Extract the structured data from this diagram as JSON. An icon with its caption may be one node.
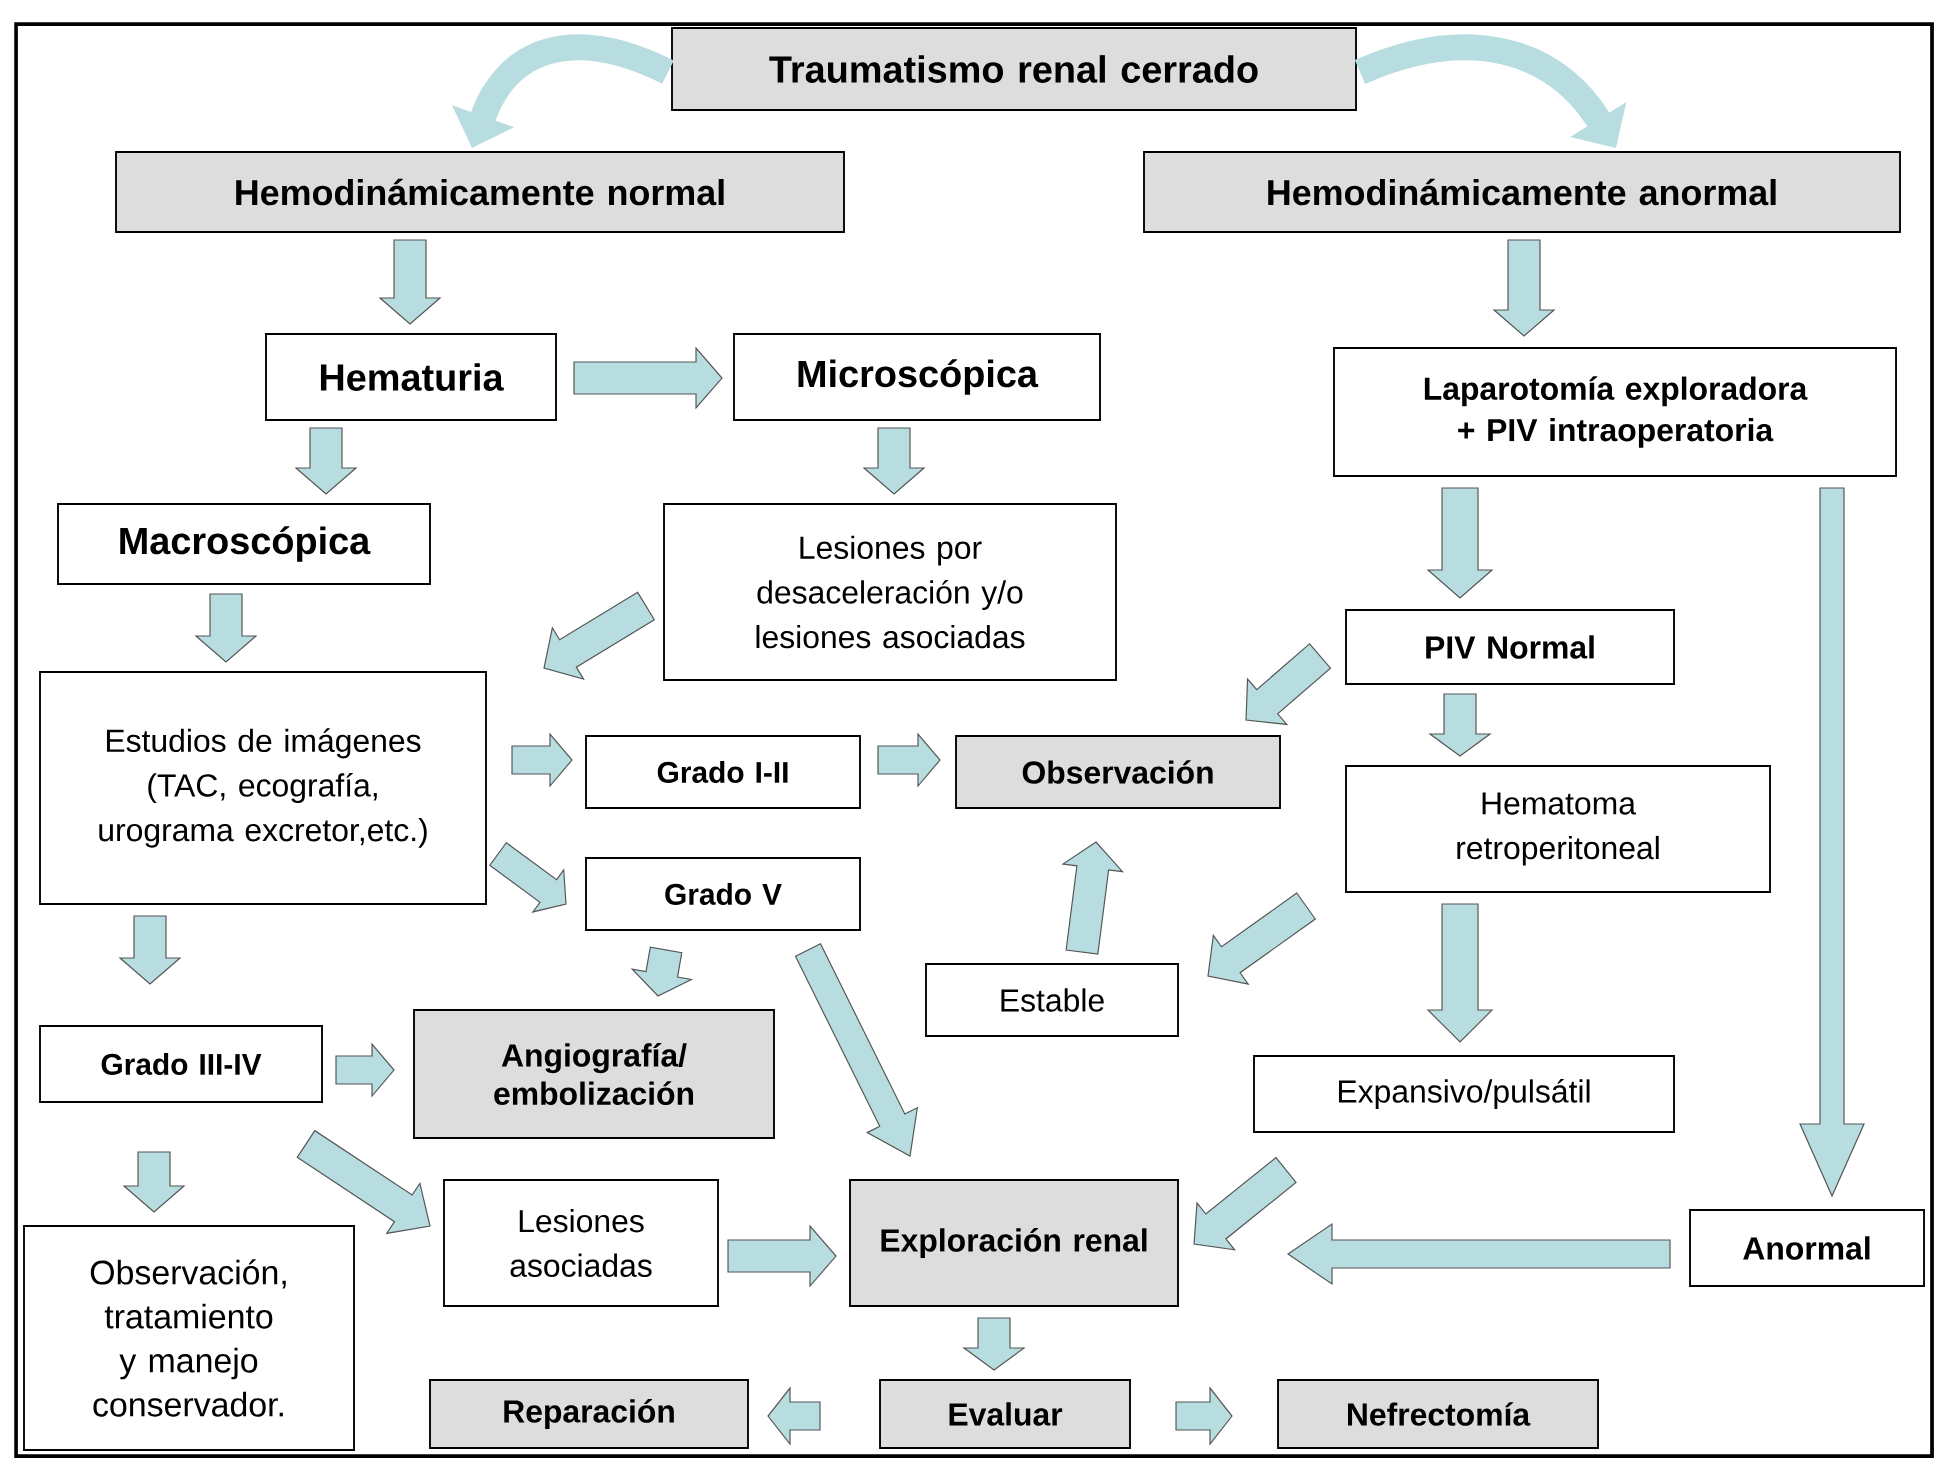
{
  "diagram": {
    "nodes": [
      {
        "text": [
          "Traumatismo renal cerrado"
        ]
      },
      {
        "text": [
          "Hemodinámicamente normal"
        ]
      },
      {
        "text": [
          "Hemodinámicamente anormal"
        ]
      },
      {
        "text": [
          "Hematuria"
        ]
      },
      {
        "text": [
          "Microscópica"
        ]
      },
      {
        "text": [
          "Laparotomía exploradora + PIV intraoperatoria"
        ]
      },
      {
        "text": [
          "Macroscópica"
        ]
      },
      {
        "text": [
          "Lesiones por desaceleración y/o lesiones asociadas"
        ]
      },
      {
        "text": [
          "Estudios de imágenes (TAC, ecografía, urograma excretor,etc.)"
        ]
      },
      {
        "text": [
          "PIV Normal"
        ]
      },
      {
        "text": [
          "Grado I-II"
        ]
      },
      {
        "text": [
          "Observación"
        ]
      },
      {
        "text": [
          "Grado V"
        ]
      },
      {
        "text": [
          "Hematoma retroperitoneal"
        ]
      },
      {
        "text": [
          "Estable"
        ]
      },
      {
        "text": [
          "Grado III-IV"
        ]
      },
      {
        "text": [
          "Angiografía/ embolización"
        ]
      },
      {
        "text": [
          "Expansivo/pulsátil"
        ]
      },
      {
        "text": [
          "Lesiones asociadas"
        ]
      },
      {
        "text": [
          "Exploración renal"
        ]
      },
      {
        "text": [
          "Anormal"
        ]
      },
      {
        "text": [
          "Observación, tratamiento y manejo conservador."
        ]
      },
      {
        "text": [
          "Reparación"
        ]
      },
      {
        "text": [
          "Evaluar"
        ]
      },
      {
        "text": [
          "Nefrectomía"
        ]
      }
    ],
    "edges": [
      {
        "from": 0,
        "to": 1,
        "arrow": "to"
      },
      {
        "from": 0,
        "to": 2,
        "arrow": "to"
      },
      {
        "from": 1,
        "to": 3,
        "arrow": "to"
      },
      {
        "from": 3,
        "to": 4,
        "arrow": "to"
      },
      {
        "from": 3,
        "to": 6,
        "arrow": "to"
      },
      {
        "from": 4,
        "to": 7,
        "arrow": "to"
      },
      {
        "from": 7,
        "to": 8,
        "arrow": "to"
      },
      {
        "from": 6,
        "to": 8,
        "arrow": "to"
      },
      {
        "from": 8,
        "to": 10,
        "arrow": "to"
      },
      {
        "from": 8,
        "to": 12,
        "arrow": "to"
      },
      {
        "from": 10,
        "to": 11,
        "arrow": "to"
      },
      {
        "from": 2,
        "to": 5,
        "arrow": "to"
      },
      {
        "from": 5,
        "to": 9,
        "arrow": "to"
      },
      {
        "from": 5,
        "to": 20,
        "arrow": "to"
      },
      {
        "from": 9,
        "to": 11,
        "arrow": "to"
      },
      {
        "from": 9,
        "to": 13,
        "arrow": "to"
      },
      {
        "from": 13,
        "to": 14,
        "arrow": "to"
      },
      {
        "from": 14,
        "to": 11,
        "arrow": "to"
      },
      {
        "from": 13,
        "to": 17,
        "arrow": "to"
      },
      {
        "from": 17,
        "to": 19,
        "arrow": "to"
      },
      {
        "from": 12,
        "to": 16,
        "arrow": "to"
      },
      {
        "from": 12,
        "to": 19,
        "arrow": "to"
      },
      {
        "from": 8,
        "to": 15,
        "arrow": "to"
      },
      {
        "from": 15,
        "to": 16,
        "arrow": "to"
      },
      {
        "from": 15,
        "to": 18,
        "arrow": "to"
      },
      {
        "from": 15,
        "to": 21,
        "arrow": "to"
      },
      {
        "from": 18,
        "to": 19,
        "arrow": "to"
      },
      {
        "from": 20,
        "to": 19,
        "arrow": "to"
      },
      {
        "from": 19,
        "to": 23,
        "arrow": "to"
      },
      {
        "from": 23,
        "to": 22,
        "arrow": "to"
      },
      {
        "from": 23,
        "to": 24,
        "arrow": "to"
      }
    ]
  }
}
